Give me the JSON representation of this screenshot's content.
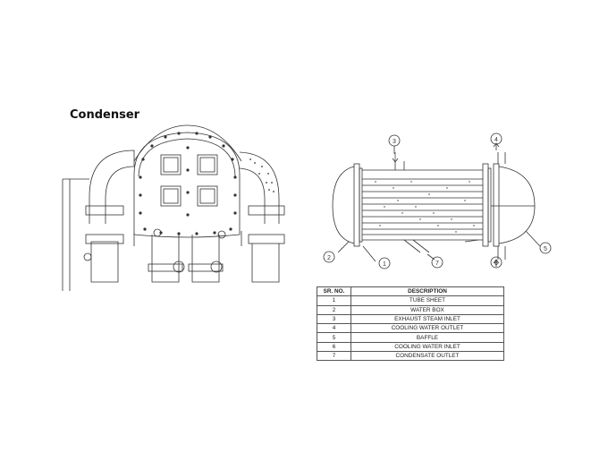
{
  "title": "Condenser",
  "legend": {
    "headers": [
      "SR. NO.",
      "DESCRIPTION"
    ],
    "rows": [
      {
        "no": "1",
        "desc": "TUBE SHEET"
      },
      {
        "no": "2",
        "desc": "WATER BOX"
      },
      {
        "no": "3",
        "desc": "EXHAUST STEAM INLET"
      },
      {
        "no": "4",
        "desc": "COOLING WATER OUTLET"
      },
      {
        "no": "5",
        "desc": "BAFFLE"
      },
      {
        "no": "6",
        "desc": "COOLING WATER INLET"
      },
      {
        "no": "7",
        "desc": "CONDENSATE OUTLET"
      }
    ]
  },
  "callouts": [
    "1",
    "2",
    "3",
    "4",
    "5",
    "6",
    "7"
  ]
}
